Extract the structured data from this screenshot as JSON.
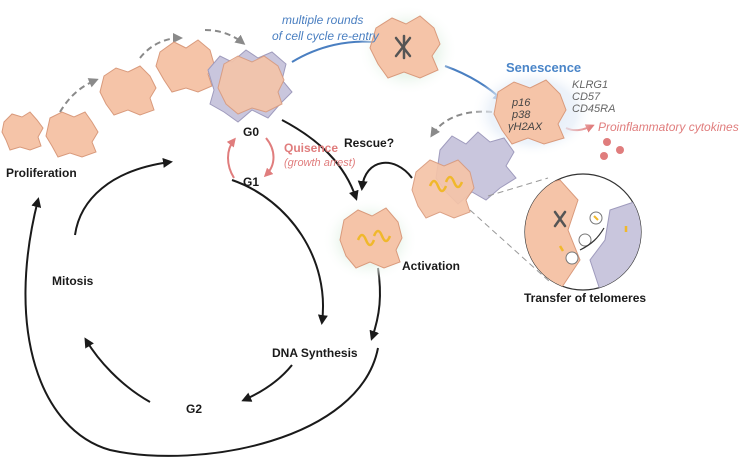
{
  "labels": {
    "proliferation": "Proliferation",
    "g0": "G0",
    "g1": "G1",
    "quiescence": "Quisence",
    "quiescence_sub": "(growth arrest)",
    "mitosis": "Mitosis",
    "dna_synthesis": "DNA Synthesis",
    "g2": "G2",
    "rescue": "Rescue?",
    "activation": "Activation",
    "reentry_line1": "multiple rounds",
    "reentry_line2": "of cell cycle re-entry",
    "senescence": "Senescence",
    "markers_inner": [
      "p16",
      "p38",
      "γH2AX"
    ],
    "markers_outer": [
      "KLRG1",
      "CD57",
      "CD45RA"
    ],
    "cytokines": "Proinflammatory cytokines",
    "transfer": "Transfer of telomeres"
  },
  "colors": {
    "cell_fill": "#f5c4a8",
    "cell_stroke": "#d99a7c",
    "apc_fill": "#c9c6dd",
    "quiescence_red": "#e07d7d",
    "reentry_blue": "#4a7fc1",
    "senescence_blue": "#4a85c8",
    "glow_green": "#e3f1e6",
    "telomere_yellow": "#f0b82c"
  }
}
